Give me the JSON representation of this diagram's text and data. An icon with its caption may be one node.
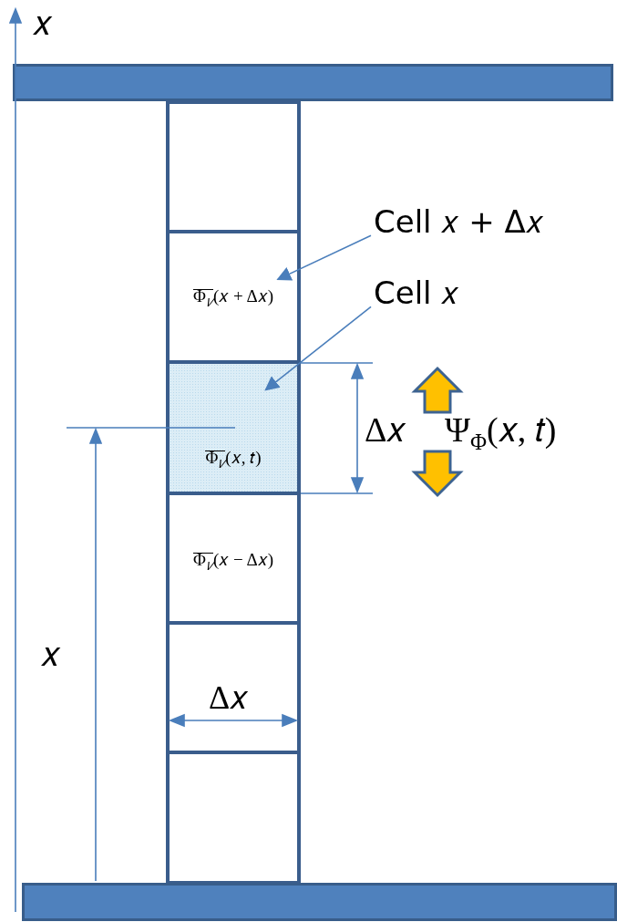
{
  "diagram": {
    "nodes": [
      {
        "text": [],
        "shape": "bar"
      },
      {
        "text": [],
        "shape": "box"
      },
      {
        "text": [
          "Φ$_{𝑉}$(𝑥 + Δ𝑥)"
        ]
      },
      {
        "text": [
          "Φ$_{𝑉}$(𝑥, 𝑡)"
        ]
      },
      {
        "text": [
          "Φ$_{𝑉}$(𝑥 − Δ𝑥)"
        ]
      },
      {
        "text": [],
        "shape": "box"
      },
      {
        "text": [],
        "shape": "box"
      },
      {
        "text": [],
        "shape": "bar"
      },
      {
        "text": [
          "Cell 𝑥 + Δ𝑥"
        ]
      },
      {
        "text": [
          "Cell 𝑥"
        ]
      }
    ],
    "edges": [
      {
        "from": 8,
        "to": 2,
        "arrow": "to"
      },
      {
        "from": 9,
        "to": 3,
        "arrow": "to"
      }
    ],
    "labels": [
      "𝑥",
      "Δ𝑥",
      "Ψ$_{Φ}$(𝑥, 𝑡)",
      "𝑥",
      "Δ𝑥"
    ]
  }
}
